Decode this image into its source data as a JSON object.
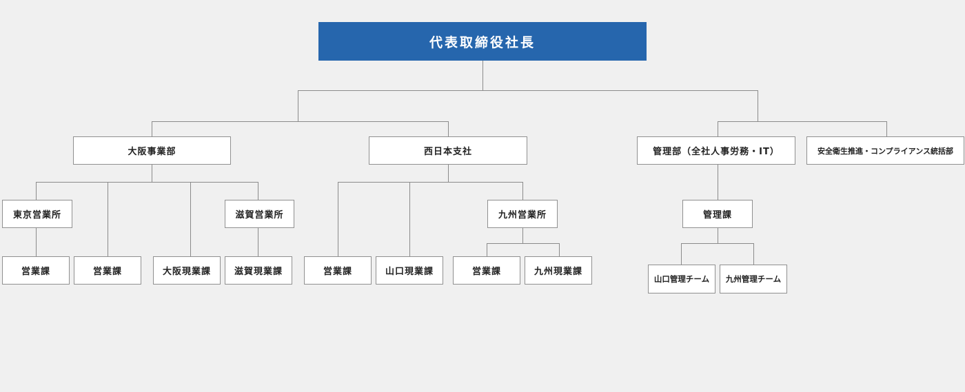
{
  "org": {
    "president": "代表取締役社長",
    "osaka": {
      "name": "大阪事業部",
      "tokyo_office": "東京営業所",
      "tokyo_sales": "営業課",
      "sales": "営業課",
      "osaka_site": "大阪現業課",
      "shiga_office": "滋賀営業所",
      "shiga_site": "滋賀現業課"
    },
    "west": {
      "name": "西日本支社",
      "sales": "営業課",
      "yamaguchi_site": "山口現業課",
      "kyushu_office": "九州営業所",
      "kyushu_sales": "営業課",
      "kyushu_site": "九州現業課"
    },
    "admin": {
      "name": "管理部（全社人事労務・IT）",
      "section": "管理課",
      "yamaguchi_team": "山口管理チーム",
      "kyushu_team": "九州管理チーム"
    },
    "safety": {
      "name": "安全衛生推進・コンプライアンス統括部"
    }
  },
  "colors": {
    "top_fill": "#2666ad",
    "line": "#8a8a8a",
    "box_border": "#8f8f8f",
    "background": "#f0f0f0"
  }
}
